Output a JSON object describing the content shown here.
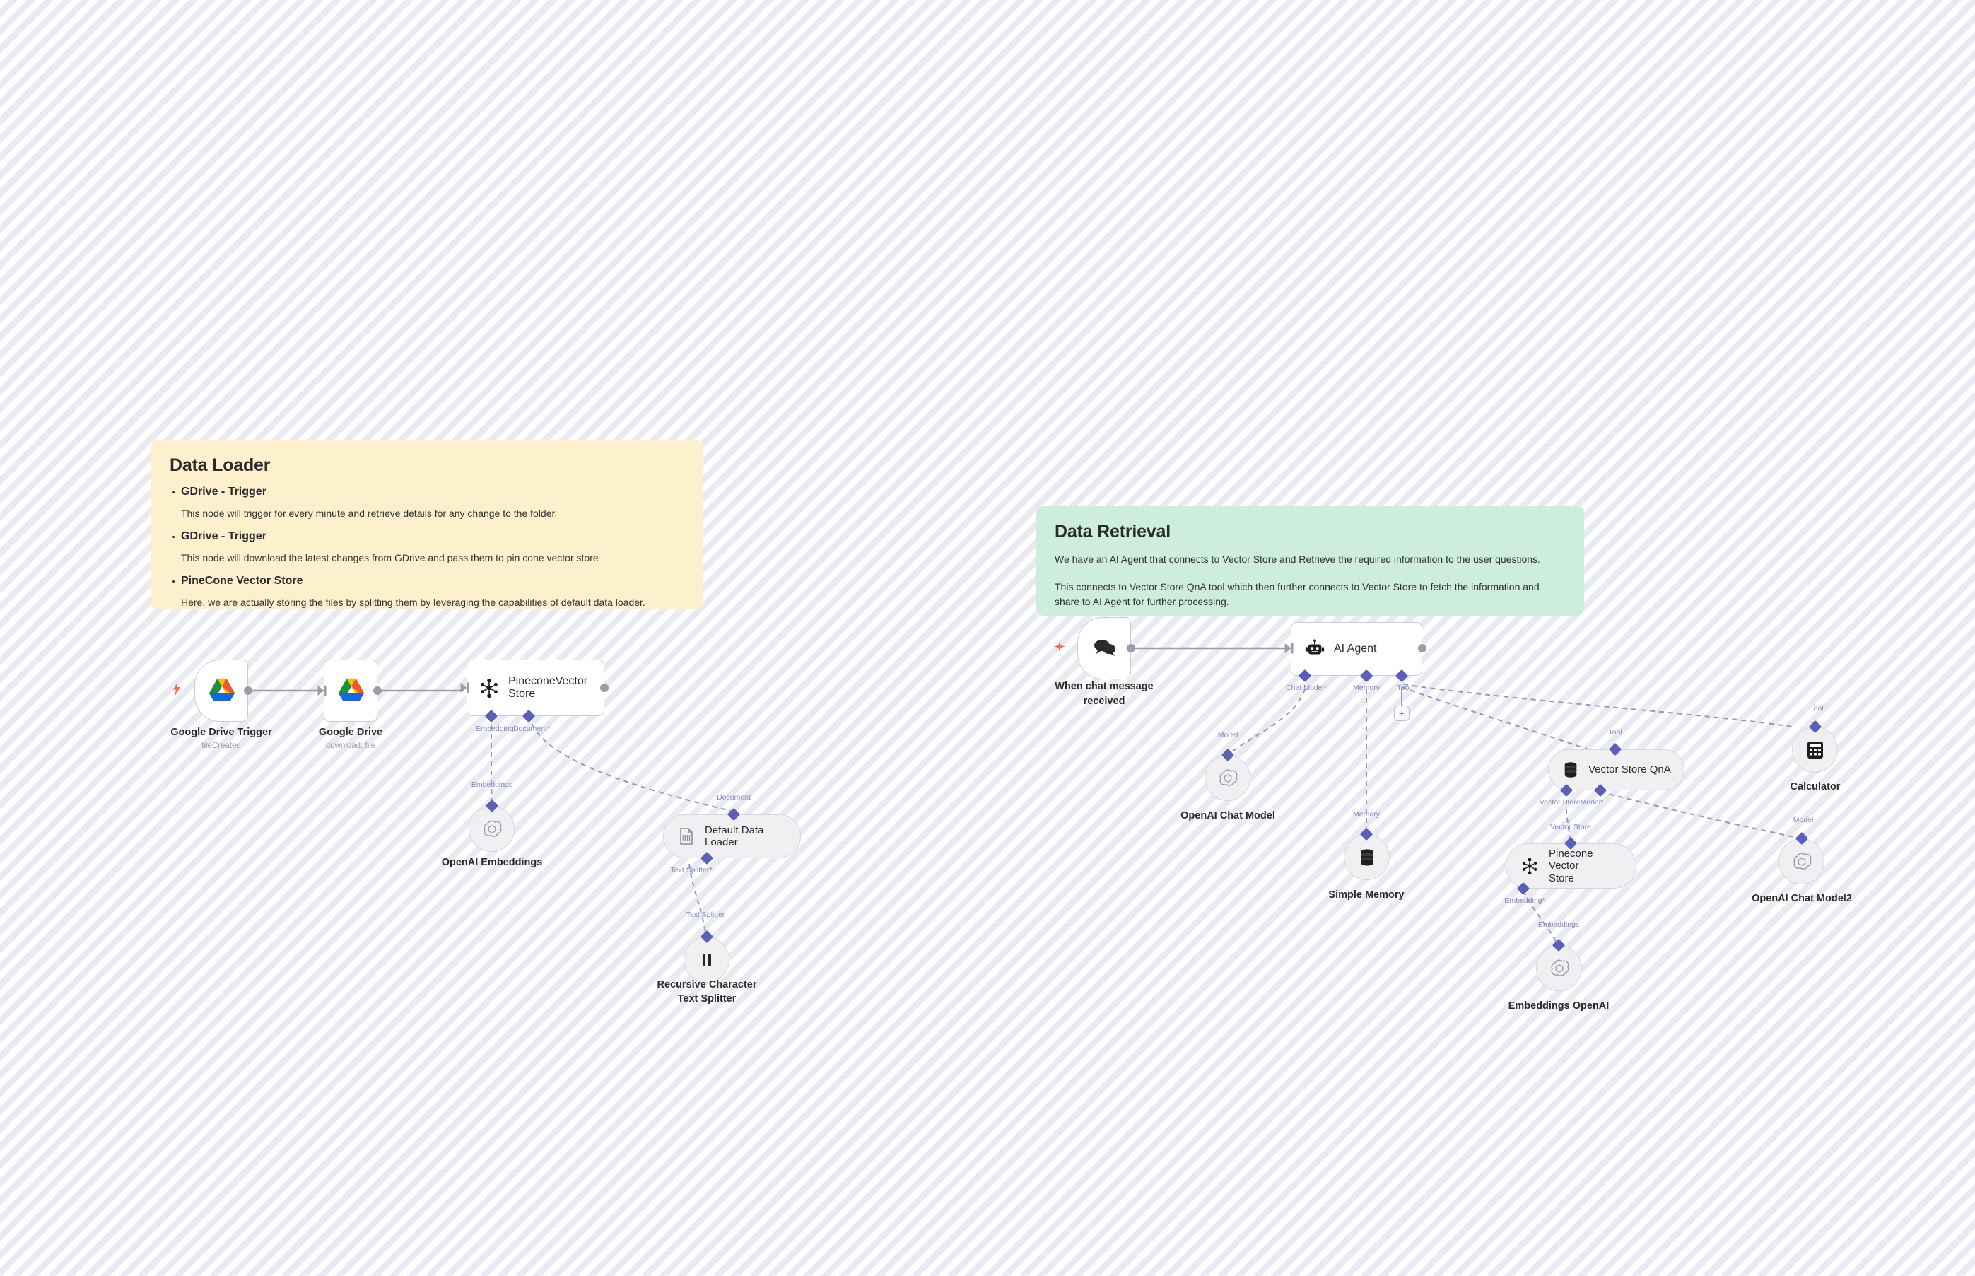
{
  "canvas": {
    "background_color": "#f7f7fa",
    "stripe_color": "#e8e9f0"
  },
  "notes": [
    {
      "id": "data-loader-note",
      "color": "#fdf0cd",
      "title": "Data Loader",
      "items": [
        {
          "heading": "GDrive - Trigger",
          "description": "This node will trigger for every minute and retrieve details for any change to the folder."
        },
        {
          "heading": "GDrive - Trigger",
          "description": "This node will download the latest changes from GDrive and pass them to pin cone vector store"
        },
        {
          "heading": "PineCone Vector Store",
          "description": "Here, we are actually storing the files by splitting them by leveraging the capabilities of default data loader."
        }
      ]
    },
    {
      "id": "data-retrieval-note",
      "color": "#cdeedd",
      "title": "Data Retrieval",
      "paragraphs": [
        "We have an AI Agent that connects to Vector Store and Retrieve the required information to the user questions.",
        "This connects to Vector Store QnA tool which then further connects to Vector Store to fetch the information and share to AI Agent for further processing."
      ]
    }
  ],
  "nodes": {
    "google_drive_trigger": {
      "title": "Google Drive Trigger",
      "subtitle": "fileCreated",
      "icon": "google-drive-icon",
      "trigger_icon": "lightning-bolt-icon"
    },
    "google_drive": {
      "title": "Google Drive",
      "subtitle": "download: file",
      "icon": "google-drive-icon"
    },
    "pinecone_vector_store": {
      "title": "PineconeVectorStore",
      "icon": "pinecone-icon"
    },
    "openai_embeddings": {
      "title": "OpenAI Embeddings",
      "icon": "openai-icon"
    },
    "default_data_loader": {
      "title": "Default Data Loader",
      "icon": "document-icon"
    },
    "recursive_character_text_splitter": {
      "title": "Recursive Character Text Splitter",
      "title_line1": "Recursive Character",
      "title_line2": "Text Splitter",
      "icon": "text-splitter-icon"
    },
    "when_chat_message_received": {
      "title": "When chat message received",
      "title_line1": "When chat message",
      "title_line2": "received",
      "icon": "chat-bubbles-icon",
      "trigger_icon": "sparkle-icon"
    },
    "ai_agent": {
      "title": "AI Agent",
      "icon": "robot-icon"
    },
    "openai_chat_model": {
      "title": "OpenAI Chat Model",
      "icon": "openai-icon"
    },
    "simple_memory": {
      "title": "Simple Memory",
      "icon": "database-icon"
    },
    "vector_store_qna": {
      "title": "Vector Store QnA",
      "icon": "database-icon"
    },
    "calculator": {
      "title": "Calculator",
      "icon": "calculator-icon"
    },
    "pinecone_vector_store_2": {
      "title": "Pinecone Vector Store",
      "title_line1": "Pinecone Vector",
      "title_line2": "Store",
      "icon": "pinecone-icon"
    },
    "embeddings_openai": {
      "title": "Embeddings OpenAI",
      "icon": "openai-icon"
    },
    "openai_chat_model_2": {
      "title": "OpenAI Chat Model2",
      "icon": "openai-icon"
    }
  },
  "connection_labels": {
    "embedding_required": "Embedding",
    "document_required": "Document",
    "embeddings": "Embeddings",
    "document": "Document",
    "text_splitter_required": "Text Splitter",
    "text_splitter": "Text Splitter",
    "chat_model_required": "Chat Model",
    "memory": "Memory",
    "tool": "Tool",
    "model": "Model",
    "model_required": "Model",
    "vector_store_required": "Vector Store",
    "vector_store": "Vector Store",
    "required_marker": "*"
  },
  "buttons": {
    "add_tool": "+"
  },
  "colors": {
    "connector_accent": "#5b5fb5",
    "connector_label": "#8589c0",
    "required_marker": "#e8513a",
    "io_dot": "#9b9ea6",
    "note_yellow": "#fdf0cd",
    "note_green": "#cdeedd"
  }
}
